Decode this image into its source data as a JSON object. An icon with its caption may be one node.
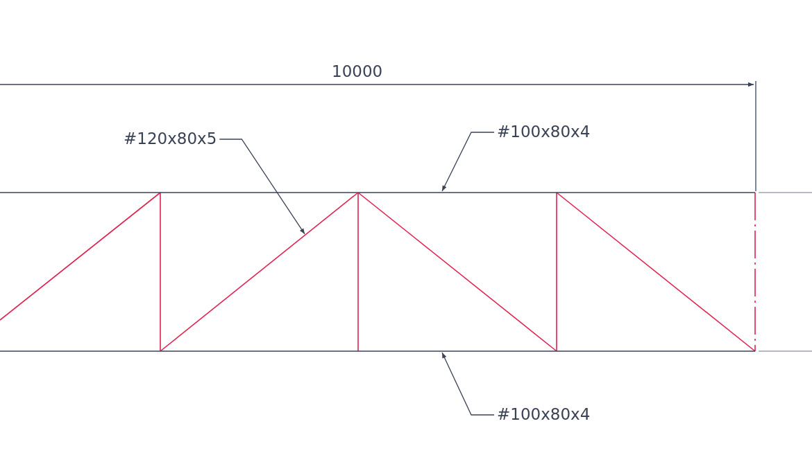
{
  "diagram": {
    "nodes": [
      {
        "text": [
          "#120x80x5"
        ]
      },
      {
        "text": [
          "#100x80x4"
        ]
      },
      {
        "text": [],
        "shape": "bar"
      },
      {
        "text": [],
        "shape": "bar"
      },
      {
        "text": [],
        "shape": "bar"
      },
      {
        "text": [
          "#100x80x4"
        ]
      }
    ],
    "edges": [
      {
        "from": 0,
        "to": 3,
        "arrow": "to"
      },
      {
        "from": 1,
        "to": 2,
        "arrow": "to"
      },
      {
        "from": 5,
        "to": 4,
        "arrow": "to"
      }
    ],
    "labels": [
      "10000"
    ]
  }
}
